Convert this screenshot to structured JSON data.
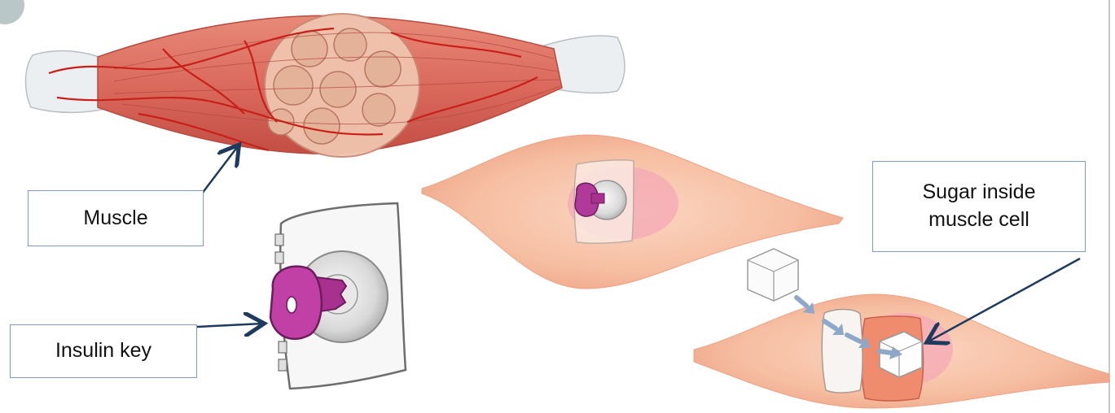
{
  "labels": {
    "muscle": "Muscle",
    "insulin_key": "Insulin key",
    "sugar_line1": "Sugar inside",
    "sugar_line2": "muscle cell"
  },
  "colors": {
    "muscle_tissue": "#d9675a",
    "blood_vessel": "#c8201a",
    "cell_body": "#f6bea2",
    "key_magenta": "#a8318f",
    "label_border": "#7f9cbe",
    "arrow": "#1f3a5f",
    "sugar_arrow": "#8fa8c8"
  },
  "icons": [
    "muscle-illustration",
    "lock-icon",
    "insulin-key-icon",
    "muscle-cell",
    "sugar-cube-icon",
    "cell-door-icon"
  ]
}
